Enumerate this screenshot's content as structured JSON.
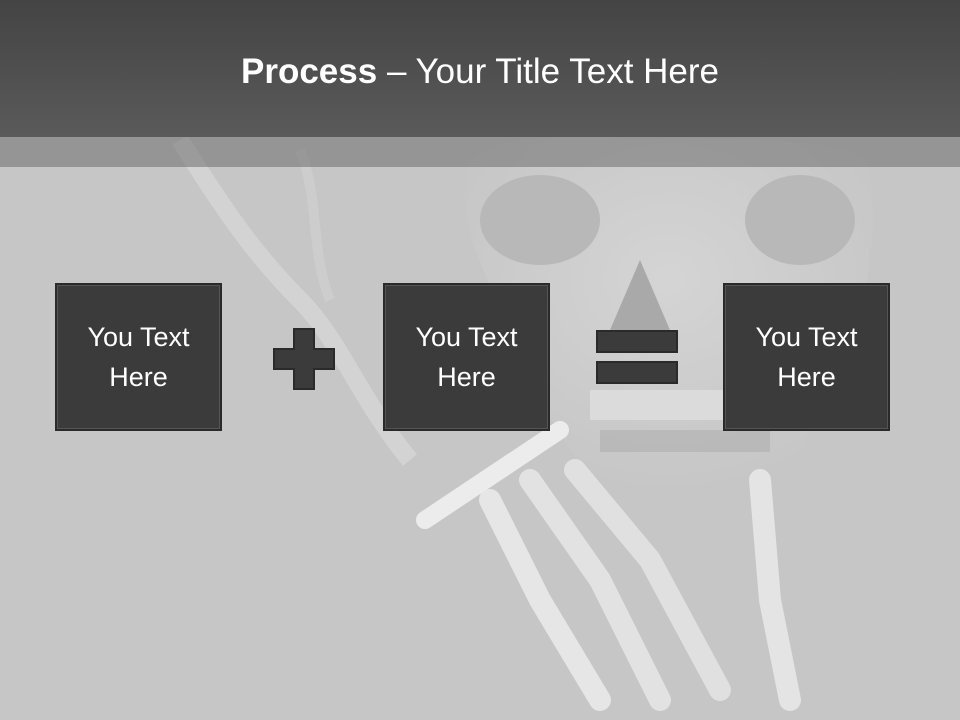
{
  "slide": {
    "title_bold": "Process",
    "title_rest": " – Your Title Text Here",
    "boxes": [
      "You Text Here",
      "You Text Here",
      "You Text Here"
    ],
    "operators": [
      "plus",
      "equals"
    ]
  },
  "colors": {
    "header": "#4a4a4a",
    "box": "#3b3b3b",
    "background": "#c6c6c6"
  }
}
